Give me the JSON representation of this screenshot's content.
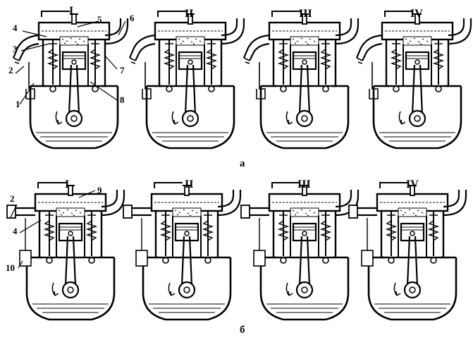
{
  "stroke_color": "#000000",
  "background_color": "#ffffff",
  "row_a": {
    "caption": "а",
    "strokes": [
      "I",
      "II",
      "III",
      "IV"
    ],
    "callouts": [
      "1",
      "2",
      "3",
      "4",
      "5",
      "6",
      "7",
      "8"
    ]
  },
  "row_b": {
    "caption": "б",
    "strokes": [
      "I",
      "II",
      "III",
      "IV"
    ],
    "callouts": [
      "2",
      "4",
      "9",
      "10"
    ]
  }
}
